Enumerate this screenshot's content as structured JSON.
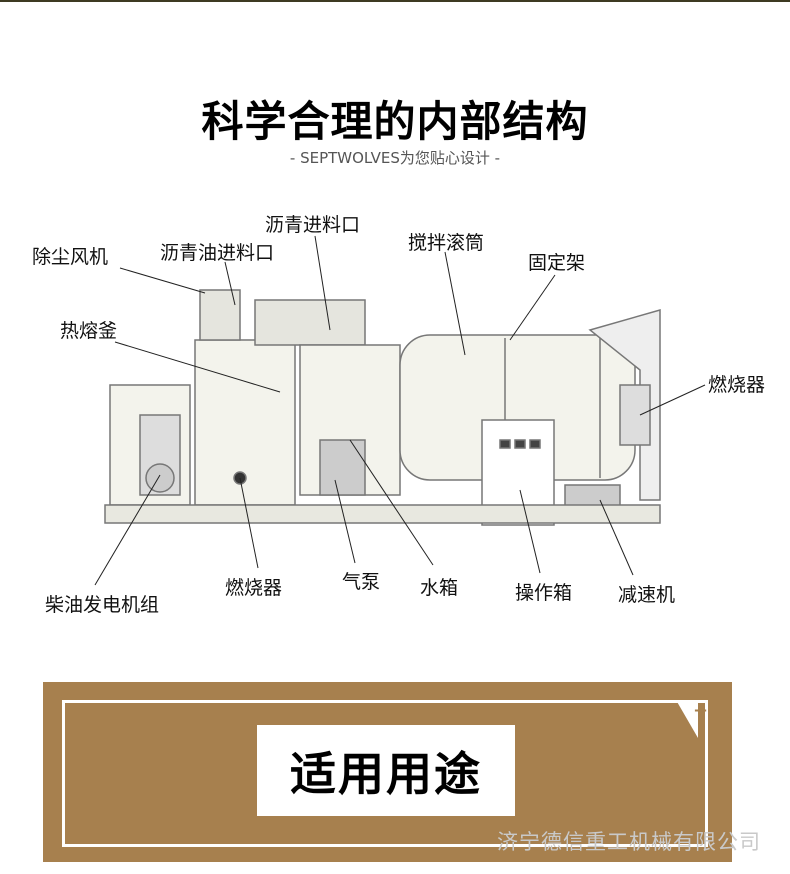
{
  "header": {
    "title": "科学合理的内部结构",
    "subtitle": "- SEPTWOLVES为您贴心设计 -"
  },
  "labels": {
    "dust_fan": "除尘风机",
    "asphalt_oil_inlet": "沥青油进料口",
    "asphalt_inlet": "沥青进料口",
    "mixing_drum": "搅拌滚筒",
    "fixed_frame": "固定架",
    "burner_right": "燃烧器",
    "melting_kettle": "热熔釜",
    "diesel_generator": "柴油发电机组",
    "burner_bottom": "燃烧器",
    "air_pump": "气泵",
    "water_tank": "水箱",
    "control_box": "操作箱",
    "reducer": "减速机"
  },
  "section": {
    "title": "适用用途",
    "corner_icon": "plus-icon"
  },
  "watermark": "济宁德信重工机械有限公司",
  "colors": {
    "panel": "#a7804e",
    "topbar": "#3e3a22"
  }
}
